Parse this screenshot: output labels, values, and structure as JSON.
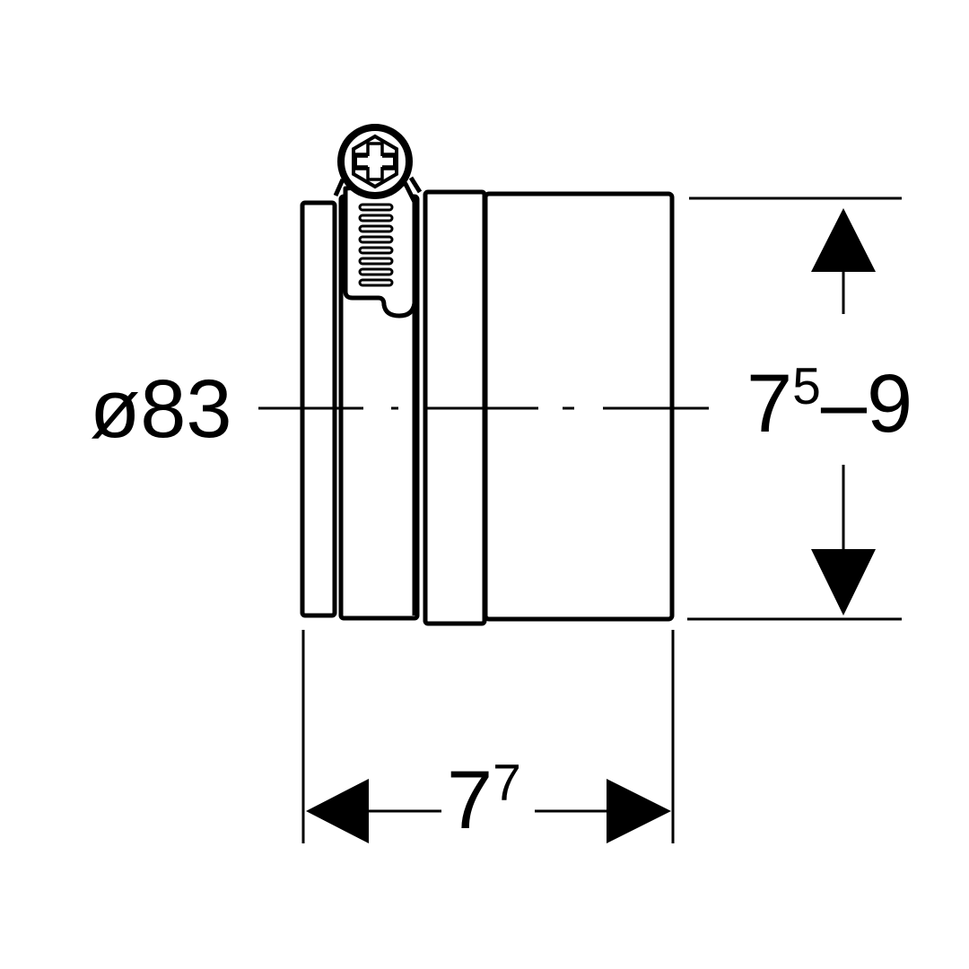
{
  "diagram": {
    "diameter_label": "ø83",
    "height": {
      "base": "7",
      "sup": "5",
      "rest": "–9"
    },
    "length": {
      "base": "7",
      "sup": "7"
    },
    "line_color": "#000000",
    "background_color": "#ffffff"
  }
}
